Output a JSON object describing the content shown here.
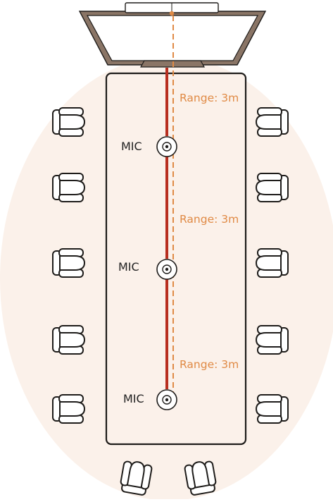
{
  "colors": {
    "background": "#ffffff",
    "room_ellipse": "#fbf1ea",
    "outline": "#1e1c1a",
    "tv_frame": "#8a7566",
    "cable": "#b82e1f",
    "range_line": "#e08a45",
    "range_text": "#e08a45",
    "mic_text": "#222222"
  },
  "mics": [
    {
      "label": "MIC",
      "icon": "microphone-icon"
    },
    {
      "label": "MIC",
      "icon": "microphone-icon"
    },
    {
      "label": "MIC",
      "icon": "microphone-icon"
    }
  ],
  "ranges": [
    {
      "label": "Range: 3m"
    },
    {
      "label": "Range: 3m"
    },
    {
      "label": "Range: 3m"
    }
  ],
  "chairs": {
    "left_count": 5,
    "right_count": 5,
    "bottom_count": 2,
    "icon": "chair-icon"
  },
  "display": {
    "icon": "tv-icon"
  },
  "camera": {
    "icon": "camera-bar-icon"
  }
}
